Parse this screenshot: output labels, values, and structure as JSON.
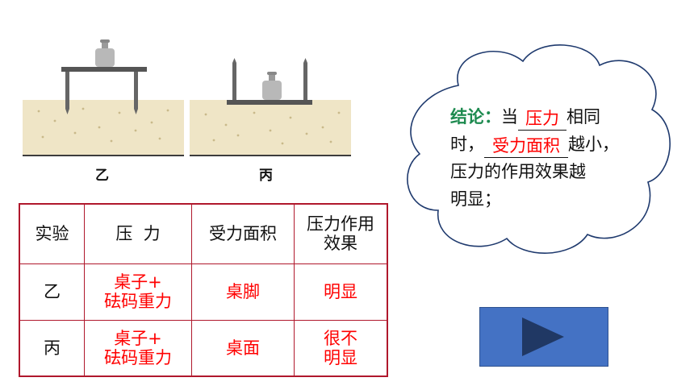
{
  "captions": {
    "left": "乙",
    "right": "丙"
  },
  "table": {
    "headers": [
      "实验",
      "压  力",
      "受力面积",
      "压力作用效果"
    ],
    "rows": [
      {
        "exp": "乙",
        "pressure_l1": "桌子+",
        "pressure_l2": "砝码重力",
        "area": "桌脚",
        "effect_l1": "明显",
        "effect_l2": ""
      },
      {
        "exp": "丙",
        "pressure_l1": "桌子+",
        "pressure_l2": "砝码重力",
        "area": "桌面",
        "effect_l1": "很不",
        "effect_l2": "明显"
      }
    ]
  },
  "conclusion": {
    "label": "结论：",
    "t1": "当",
    "blank1": "压力",
    "t2": "相同",
    "t3": "时，",
    "blank2": "受力面积",
    "t4": "越小，",
    "line3": "压力的作用效果越",
    "line4": "明显；"
  },
  "colors": {
    "accent_red": "#ff0000",
    "label_green": "#1d8a4f",
    "play_blue": "#4472c4",
    "play_arrow": "#203864"
  }
}
